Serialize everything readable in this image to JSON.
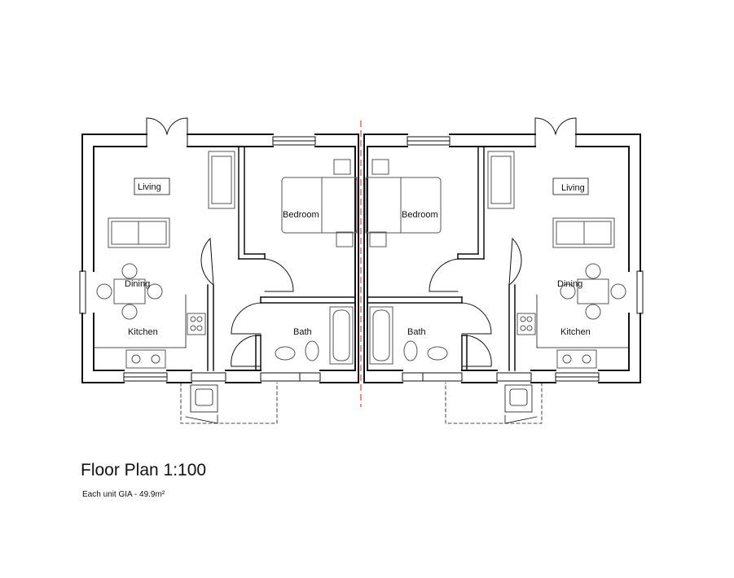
{
  "drawing": {
    "title": "Floor Plan 1:100",
    "subtitle": "Each unit GIA - 49.9m²"
  },
  "units": [
    {
      "rooms": {
        "living": "Living",
        "bedroom": "Bedroom",
        "dining": "Dining",
        "kitchen": "Kitchen",
        "bath": "Bath"
      }
    },
    {
      "rooms": {
        "living": "Living",
        "bedroom": "Bedroom",
        "dining": "Dining",
        "kitchen": "Kitchen",
        "bath": "Bath"
      }
    }
  ],
  "colors": {
    "wall": "#111111",
    "party_line": "#cc2222",
    "furniture": "#555555"
  }
}
